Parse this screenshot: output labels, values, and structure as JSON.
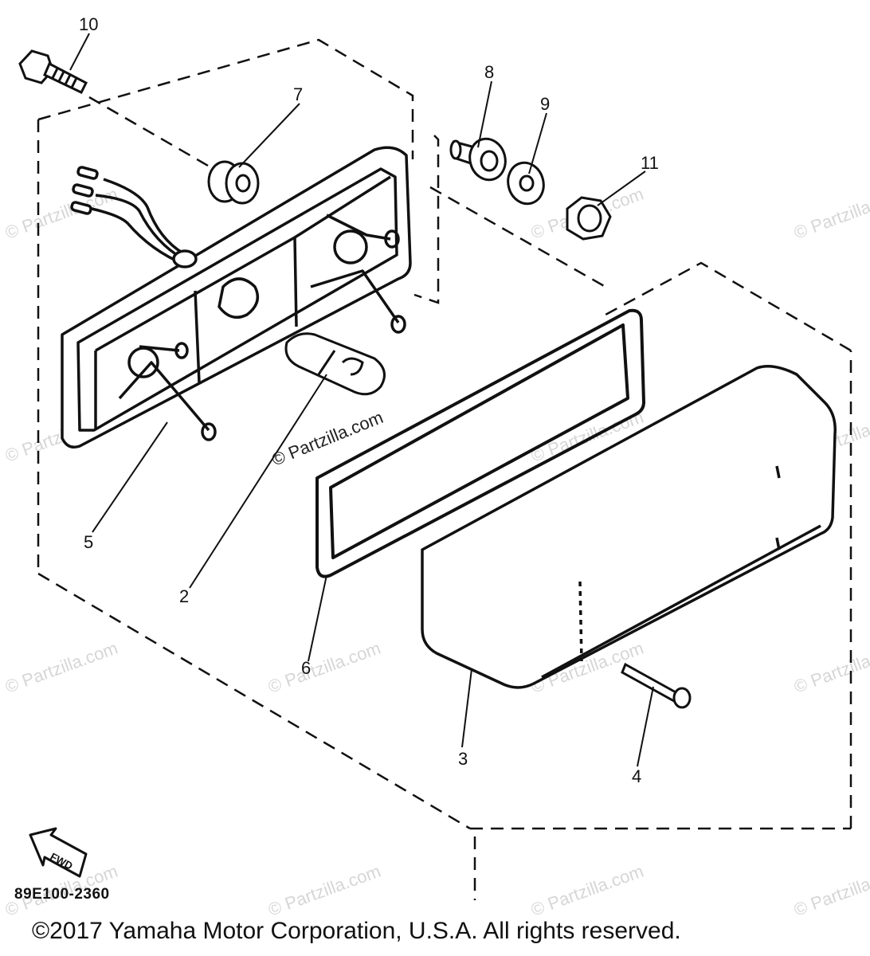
{
  "callouts": [
    "10",
    "7",
    "8",
    "9",
    "11",
    "5",
    "2",
    "6",
    "3",
    "4"
  ],
  "watermark": "© Partzilla.com",
  "fwd_label": "FWD",
  "diagram_code": "89E100-2360",
  "copyright": "©2017 Yamaha Motor Corporation, U.S.A. All rights reserved.",
  "colors": {
    "ink": "#111111",
    "watermark": "#d6d6d6"
  }
}
